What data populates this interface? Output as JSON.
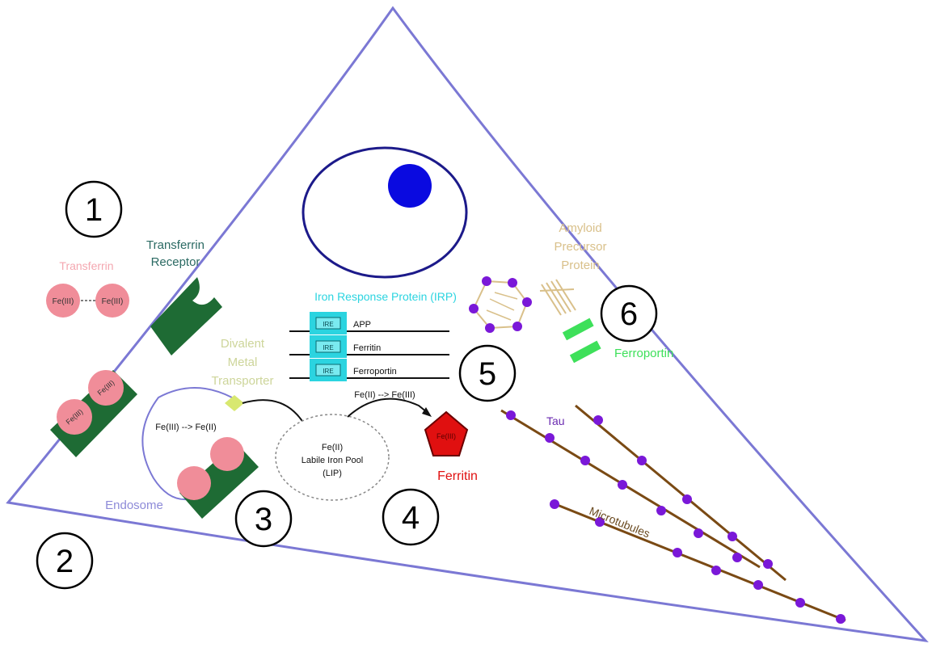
{
  "labels": {
    "transferrin": "Transferrin",
    "fe_iii_a": "Fe(III)",
    "fe_iii_b": "Fe(III)",
    "transferrin_receptor_1": "Transferrin",
    "transferrin_receptor_2": "Receptor",
    "bound_fe_a": "Fe(III)",
    "bound_fe_b": "Fe(III)",
    "dmt_1": "Divalent",
    "dmt_2": "Metal",
    "dmt_3": "Transporter",
    "endosome_reaction": "Fe(III) --> Fe(II)",
    "endosome": "Endosome",
    "lip_1": "Fe(II)",
    "lip_2": "Labile Iron Pool",
    "lip_3": "(LIP)",
    "ferritin_reaction": "Fe(II) --> Fe(III)",
    "ferritin_inner": "Fe(III)",
    "ferritin": "Ferritin",
    "irp_title": "Iron Response Protein (IRP)",
    "irp_box_1": "IRE",
    "irp_box_2": "IRE",
    "irp_box_3": "IRE",
    "mrna_app": "APP",
    "mrna_ferritin": "Ferritin",
    "mrna_ferroportin": "Ferroportin",
    "amyloid_1": "Amyloid",
    "amyloid_2": "Precursor",
    "amyloid_3": "Protein",
    "ferroportin": "Ferroportin",
    "tau": "Tau",
    "microtubules": "Microtubules"
  },
  "step_numbers": [
    "1",
    "2",
    "3",
    "4",
    "5",
    "6"
  ],
  "colors": {
    "cell_membrane": "#7b78d4",
    "nucleus_outline": "#1c1a8a",
    "nucleolus": "#0a0ae0",
    "iron_pink": "#f08d99",
    "receptor_green": "#1e6b34",
    "ferritin_red": "#e01010",
    "irp_cyan": "#2bd4e0",
    "ferroportin_green": "#3ee05a",
    "tau_purple": "#7a18d8",
    "microtubule_brown": "#7a4a14",
    "amyloid_tan": "#d9c08a",
    "dmt_yellow": "#d8e870"
  }
}
